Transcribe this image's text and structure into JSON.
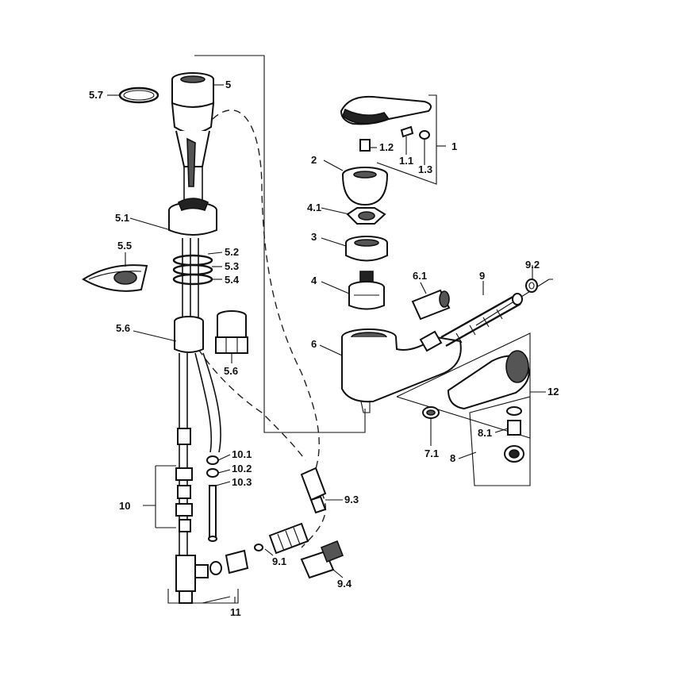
{
  "labels": {
    "l1": "1",
    "l1_1": "1.1",
    "l1_2": "1.2",
    "l1_3": "1.3",
    "l2": "2",
    "l3": "3",
    "l4": "4",
    "l4_1": "4.1",
    "l5": "5",
    "l5_1": "5.1",
    "l5_2": "5.2",
    "l5_3": "5.3",
    "l5_4": "5.4",
    "l5_5": "5.5",
    "l5_6a": "5.6",
    "l5_6b": "5.6",
    "l5_7": "5.7",
    "l6": "6",
    "l6_1": "6.1",
    "l7_1": "7.1",
    "l8": "8",
    "l8_1": "8.1",
    "l9": "9",
    "l9_1": "9.1",
    "l9_2": "9.2",
    "l9_3": "9.3",
    "l9_4": "9.4",
    "l10": "10",
    "l10_1": "10.1",
    "l10_2": "10.2",
    "l10_3": "10.3",
    "l11": "11",
    "l12": "12"
  }
}
